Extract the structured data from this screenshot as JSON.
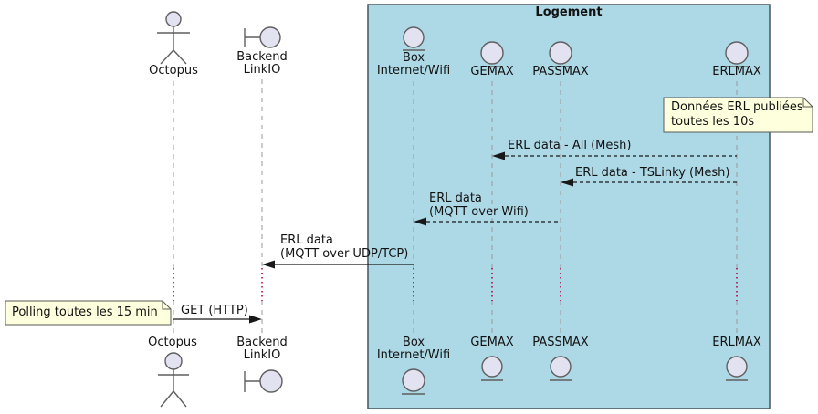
{
  "colors": {
    "frame_fill": "#ADD8E6",
    "frame_border": "#44565e",
    "participant_fill": "#E2E2F0",
    "participant_border": "#5f5f5f",
    "note_fill": "#FEFFDD",
    "note_border": "#595959",
    "message_color": "#181818",
    "lifeline_color": "#999999",
    "delay_color": "#A80036",
    "text_color": "#121212"
  },
  "frame": {
    "title": "Logement"
  },
  "participants": {
    "octopus": {
      "label": "Octopus",
      "type": "actor"
    },
    "backend": {
      "label1": "Backend",
      "label2": "LinkIO",
      "type": "boundary"
    },
    "box": {
      "label1": "Box",
      "label2": "Internet/Wifi",
      "type": "entity"
    },
    "gemax": {
      "label": "GEMAX",
      "type": "entity"
    },
    "passmax": {
      "label": "PASSMAX",
      "type": "entity"
    },
    "erlmax": {
      "label": "ERLMAX",
      "type": "entity"
    }
  },
  "messages": {
    "m1": {
      "label": "ERL data - All (Mesh)",
      "from": "ERLMAX",
      "to": "GEMAX",
      "line": "dashed"
    },
    "m2": {
      "label": "ERL data - TSLinky (Mesh)",
      "from": "ERLMAX",
      "to": "PASSMAX",
      "line": "dashed"
    },
    "m3": {
      "label1": "ERL data",
      "label2": "(MQTT over Wifi)",
      "from": "PASSMAX",
      "to": "Box Internet/Wifi",
      "line": "dashed"
    },
    "m4": {
      "label1": "ERL data",
      "label2": "(MQTT over UDP/TCP)",
      "from": "Box Internet/Wifi",
      "to": "Backend LinkIO",
      "line": "solid"
    },
    "m5": {
      "label": "GET (HTTP)",
      "from": "Octopus",
      "to": "Backend LinkIO",
      "line": "solid"
    }
  },
  "notes": {
    "erl": {
      "line1": "Données ERL publiées",
      "line2": "toutes les 10s",
      "attached_to": "ERLMAX"
    },
    "polling": {
      "text": "Polling toutes les 15 min",
      "attached_to": "Octopus"
    }
  }
}
